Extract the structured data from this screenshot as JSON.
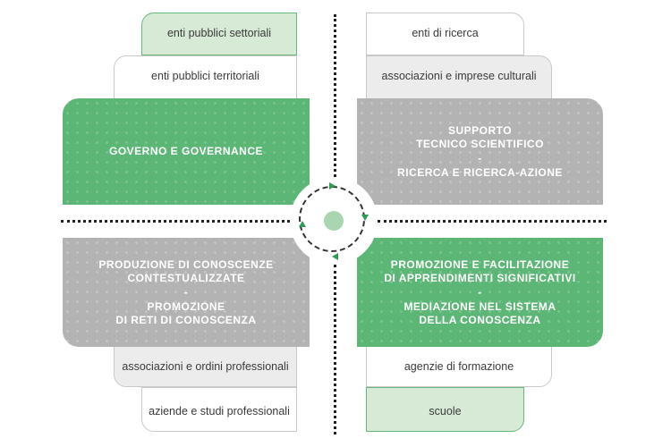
{
  "tabs": {
    "top_left_1": "enti pubblici settoriali",
    "top_left_2": "enti pubblici territoriali",
    "top_right_1": "enti di ricerca",
    "top_right_2": "associazioni e imprese culturali",
    "bottom_left_1": "associazioni e ordini professionali",
    "bottom_left_2": "aziende e studi professionali",
    "bottom_right_1": "agenzie di formazione",
    "bottom_right_2": "scuole"
  },
  "blocks": {
    "top_left": {
      "line1": "GOVERNO E GOVERNANCE"
    },
    "top_right": {
      "line1": "SUPPORTO",
      "line2": "TECNICO SCIENTIFICO",
      "sep": "-",
      "line3": "RICERCA E RICERCA-AZIONE"
    },
    "bottom_left": {
      "line1": "PRODUZIONE DI CONOSCENZE",
      "line2": "CONTESTUALIZZATE",
      "sep": "-",
      "line3": "PROMOZIONE",
      "line4": "DI RETI DI CONOSCENZA"
    },
    "bottom_right": {
      "line1": "PROMOZIONE E FACILITAZIONE",
      "line2": "DI APPRENDIMENTI SIGNIFICATIVI",
      "sep": "-",
      "line3": "MEDIAZIONE NEL SISTEMA",
      "line4": "DELLA CONOSCENZA"
    }
  },
  "colors": {
    "green": "#5cb676",
    "grey": "#b3b3b3",
    "light_green": "#d7ead6",
    "light_grey": "#ececec"
  }
}
